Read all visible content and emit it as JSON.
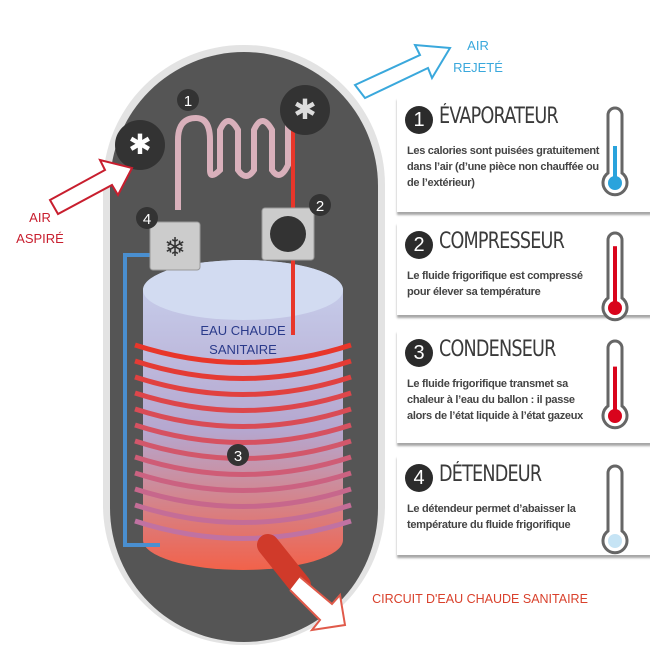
{
  "labels": {
    "air_aspire": [
      "AIR",
      "ASPIRÉ"
    ],
    "air_rejete": [
      "AIR",
      "REJETÉ"
    ],
    "eau_chaude": [
      "EAU CHAUDE",
      "SANITAIRE"
    ],
    "circuit": "CIRCUIT D'EAU CHAUDE SANITAIRE",
    "markers": [
      "1",
      "2",
      "3",
      "4"
    ]
  },
  "steps": [
    {
      "num": "1",
      "title": "ÉVAPORATEUR",
      "desc": "Les calories sont puisées gratuitement dans l’air (d’une pièce non chauffée ou de l’extérieur)",
      "thermo_level": 0.5,
      "thermo_color": "#2aa3dc"
    },
    {
      "num": "2",
      "title": "COMPRESSEUR",
      "desc": "Le fluide frigorifique est compressé pour élever sa température",
      "thermo_level": 0.9,
      "thermo_color": "#d9041c"
    },
    {
      "num": "3",
      "title": "CONDENSEUR",
      "desc": "Le fluide frigorifique transmet sa chaleur à l’eau du ballon : il passe alors de l’état liquide à l’état gazeux",
      "thermo_level": 0.7,
      "thermo_color": "#d9041c"
    },
    {
      "num": "4",
      "title": "DÉTENDEUR",
      "desc": "Le détendeur permet d’abaisser la température du fluide frigorifique",
      "thermo_level": 0.0,
      "thermo_color": "#c6e4f5"
    }
  ],
  "colors": {
    "hot": "#e8362a",
    "cold": "#4a8fd0",
    "air_in": "#c81e2e",
    "air_out": "#3aa8dc",
    "tank": "#555555"
  }
}
